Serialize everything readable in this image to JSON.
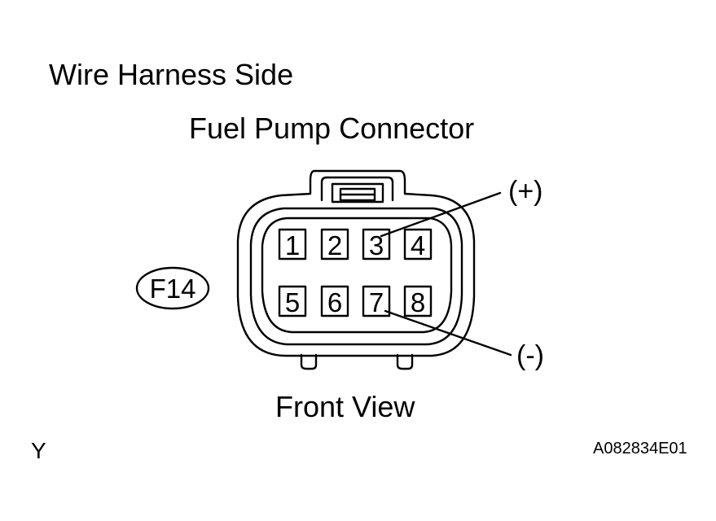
{
  "labels": {
    "harness_side": "Wire Harness Side",
    "connector_title": "Fuel Pump Connector",
    "connector_code": "F14",
    "front_view": "Front View",
    "vehicle_code": "Y",
    "figure_id": "A082834E01"
  },
  "terminals": {
    "top_row": [
      "1",
      "2",
      "3",
      "4"
    ],
    "bottom_row": [
      "5",
      "6",
      "7",
      "8"
    ]
  },
  "callouts": {
    "positive": {
      "label": "(+)",
      "terminal": "3"
    },
    "negative": {
      "label": "(-)",
      "terminal": "7"
    }
  },
  "colors": {
    "line": "#000000",
    "background": "#ffffff"
  }
}
